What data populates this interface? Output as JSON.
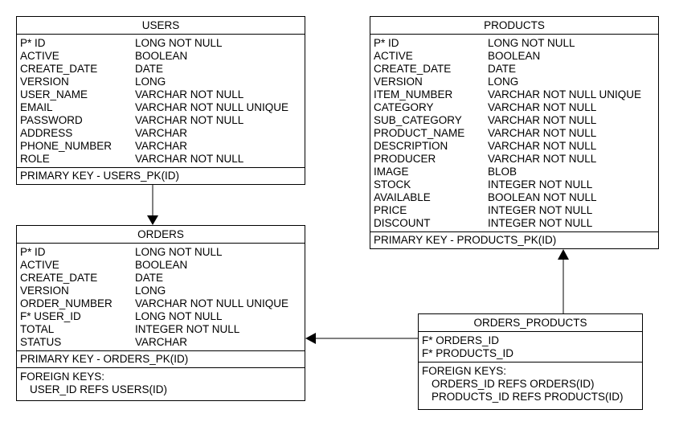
{
  "users": {
    "title": "USERS",
    "columns": [
      {
        "name": "P* ID",
        "type": "LONG NOT NULL"
      },
      {
        "name": "ACTIVE",
        "type": "BOOLEAN"
      },
      {
        "name": "CREATE_DATE",
        "type": "DATE"
      },
      {
        "name": "VERSION",
        "type": "LONG"
      },
      {
        "name": "USER_NAME",
        "type": "VARCHAR NOT NULL"
      },
      {
        "name": "EMAIL",
        "type": "VARCHAR NOT NULL UNIQUE"
      },
      {
        "name": "PASSWORD",
        "type": "VARCHAR NOT NULL"
      },
      {
        "name": "ADDRESS",
        "type": "VARCHAR"
      },
      {
        "name": "PHONE_NUMBER",
        "type": "VARCHAR"
      },
      {
        "name": "ROLE",
        "type": "VARCHAR NOT NULL"
      }
    ],
    "primary_key": "PRIMARY KEY - USERS_PK(ID)"
  },
  "orders": {
    "title": "ORDERS",
    "columns": [
      {
        "name": "P* ID",
        "type": "LONG NOT NULL"
      },
      {
        "name": "ACTIVE",
        "type": "BOOLEAN"
      },
      {
        "name": "CREATE_DATE",
        "type": "DATE"
      },
      {
        "name": "VERSION",
        "type": "LONG"
      },
      {
        "name": "ORDER_NUMBER",
        "type": "VARCHAR NOT NULL UNIQUE"
      },
      {
        "name": "F* USER_ID",
        "type": "LONG NOT NULL"
      },
      {
        "name": "TOTAL",
        "type": "INTEGER NOT NULL"
      },
      {
        "name": "STATUS",
        "type": "VARCHAR"
      }
    ],
    "primary_key": "PRIMARY KEY - ORDERS_PK(ID)",
    "foreign_keys_label": "FOREIGN KEYS:",
    "foreign_keys": [
      "USER_ID REFS USERS(ID)"
    ]
  },
  "products": {
    "title": "PRODUCTS",
    "columns": [
      {
        "name": "P* ID",
        "type": "LONG NOT NULL"
      },
      {
        "name": "ACTIVE",
        "type": "BOOLEAN"
      },
      {
        "name": "CREATE_DATE",
        "type": "DATE"
      },
      {
        "name": "VERSION",
        "type": "LONG"
      },
      {
        "name": "ITEM_NUMBER",
        "type": "VARCHAR NOT NULL UNIQUE"
      },
      {
        "name": "CATEGORY",
        "type": "VARCHAR NOT NULL"
      },
      {
        "name": "SUB_CATEGORY",
        "type": "VARCHAR NOT NULL"
      },
      {
        "name": "PRODUCT_NAME",
        "type": "VARCHAR NOT NULL"
      },
      {
        "name": "DESCRIPTION",
        "type": "VARCHAR NOT NULL"
      },
      {
        "name": "PRODUCER",
        "type": "VARCHAR NOT NULL"
      },
      {
        "name": "IMAGE",
        "type": "BLOB"
      },
      {
        "name": "STOCK",
        "type": "INTEGER NOT NULL"
      },
      {
        "name": "AVAILABLE",
        "type": "BOOLEAN NOT NULL"
      },
      {
        "name": "PRICE",
        "type": "INTEGER NOT NULL"
      },
      {
        "name": "DISCOUNT",
        "type": "INTEGER NOT NULL"
      }
    ],
    "primary_key": "PRIMARY KEY - PRODUCTS_PK(ID)"
  },
  "orders_products": {
    "title": "ORDERS_PRODUCTS",
    "columns": [
      {
        "name": "F* ORDERS_ID"
      },
      {
        "name": "F* PRODUCTS_ID"
      }
    ],
    "foreign_keys_label": "FOREIGN KEYS:",
    "foreign_keys": [
      "ORDERS_ID REFS ORDERS(ID)",
      "PRODUCTS_ID REFS PRODUCTS(ID)"
    ]
  }
}
